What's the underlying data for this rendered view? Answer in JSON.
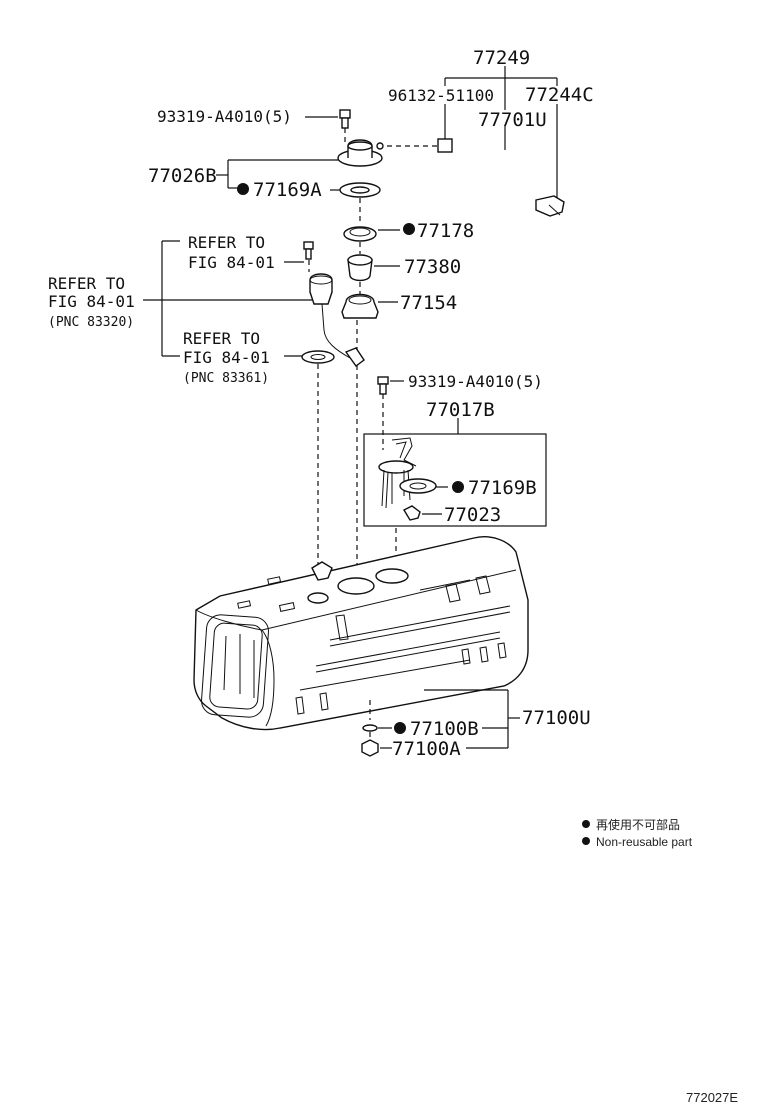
{
  "diagram": {
    "part_numbers": {
      "p77249": "77249",
      "p96132": "96132-51100",
      "p77244c": "77244C",
      "p77701u": "77701U",
      "p93319_top": "93319-A4010(5)",
      "p77026b": "77026B",
      "p77169a": "77169A",
      "p77178": "77178",
      "p77380": "77380",
      "p77154": "77154",
      "p93319_mid": "93319-A4010(5)",
      "p77017b": "77017B",
      "p77169b": "77169B",
      "p77023": "77023",
      "p77100u": "77100U",
      "p77100b": "77100B",
      "p77100a": "77100A"
    },
    "references": {
      "refer1_line1": "REFER TO",
      "refer1_line2": "FIG 84-01",
      "refer2_line1": "REFER TO",
      "refer2_line2": "FIG 84-01",
      "refer2_line3": "(PNC 83320)",
      "refer3_line1": "REFER TO",
      "refer3_line2": "FIG 84-01",
      "refer3_line3": "(PNC 83361)"
    },
    "legend": {
      "jp": "再使用不可部品",
      "en": "Non-reusable part"
    },
    "figure_code": "772027E"
  }
}
